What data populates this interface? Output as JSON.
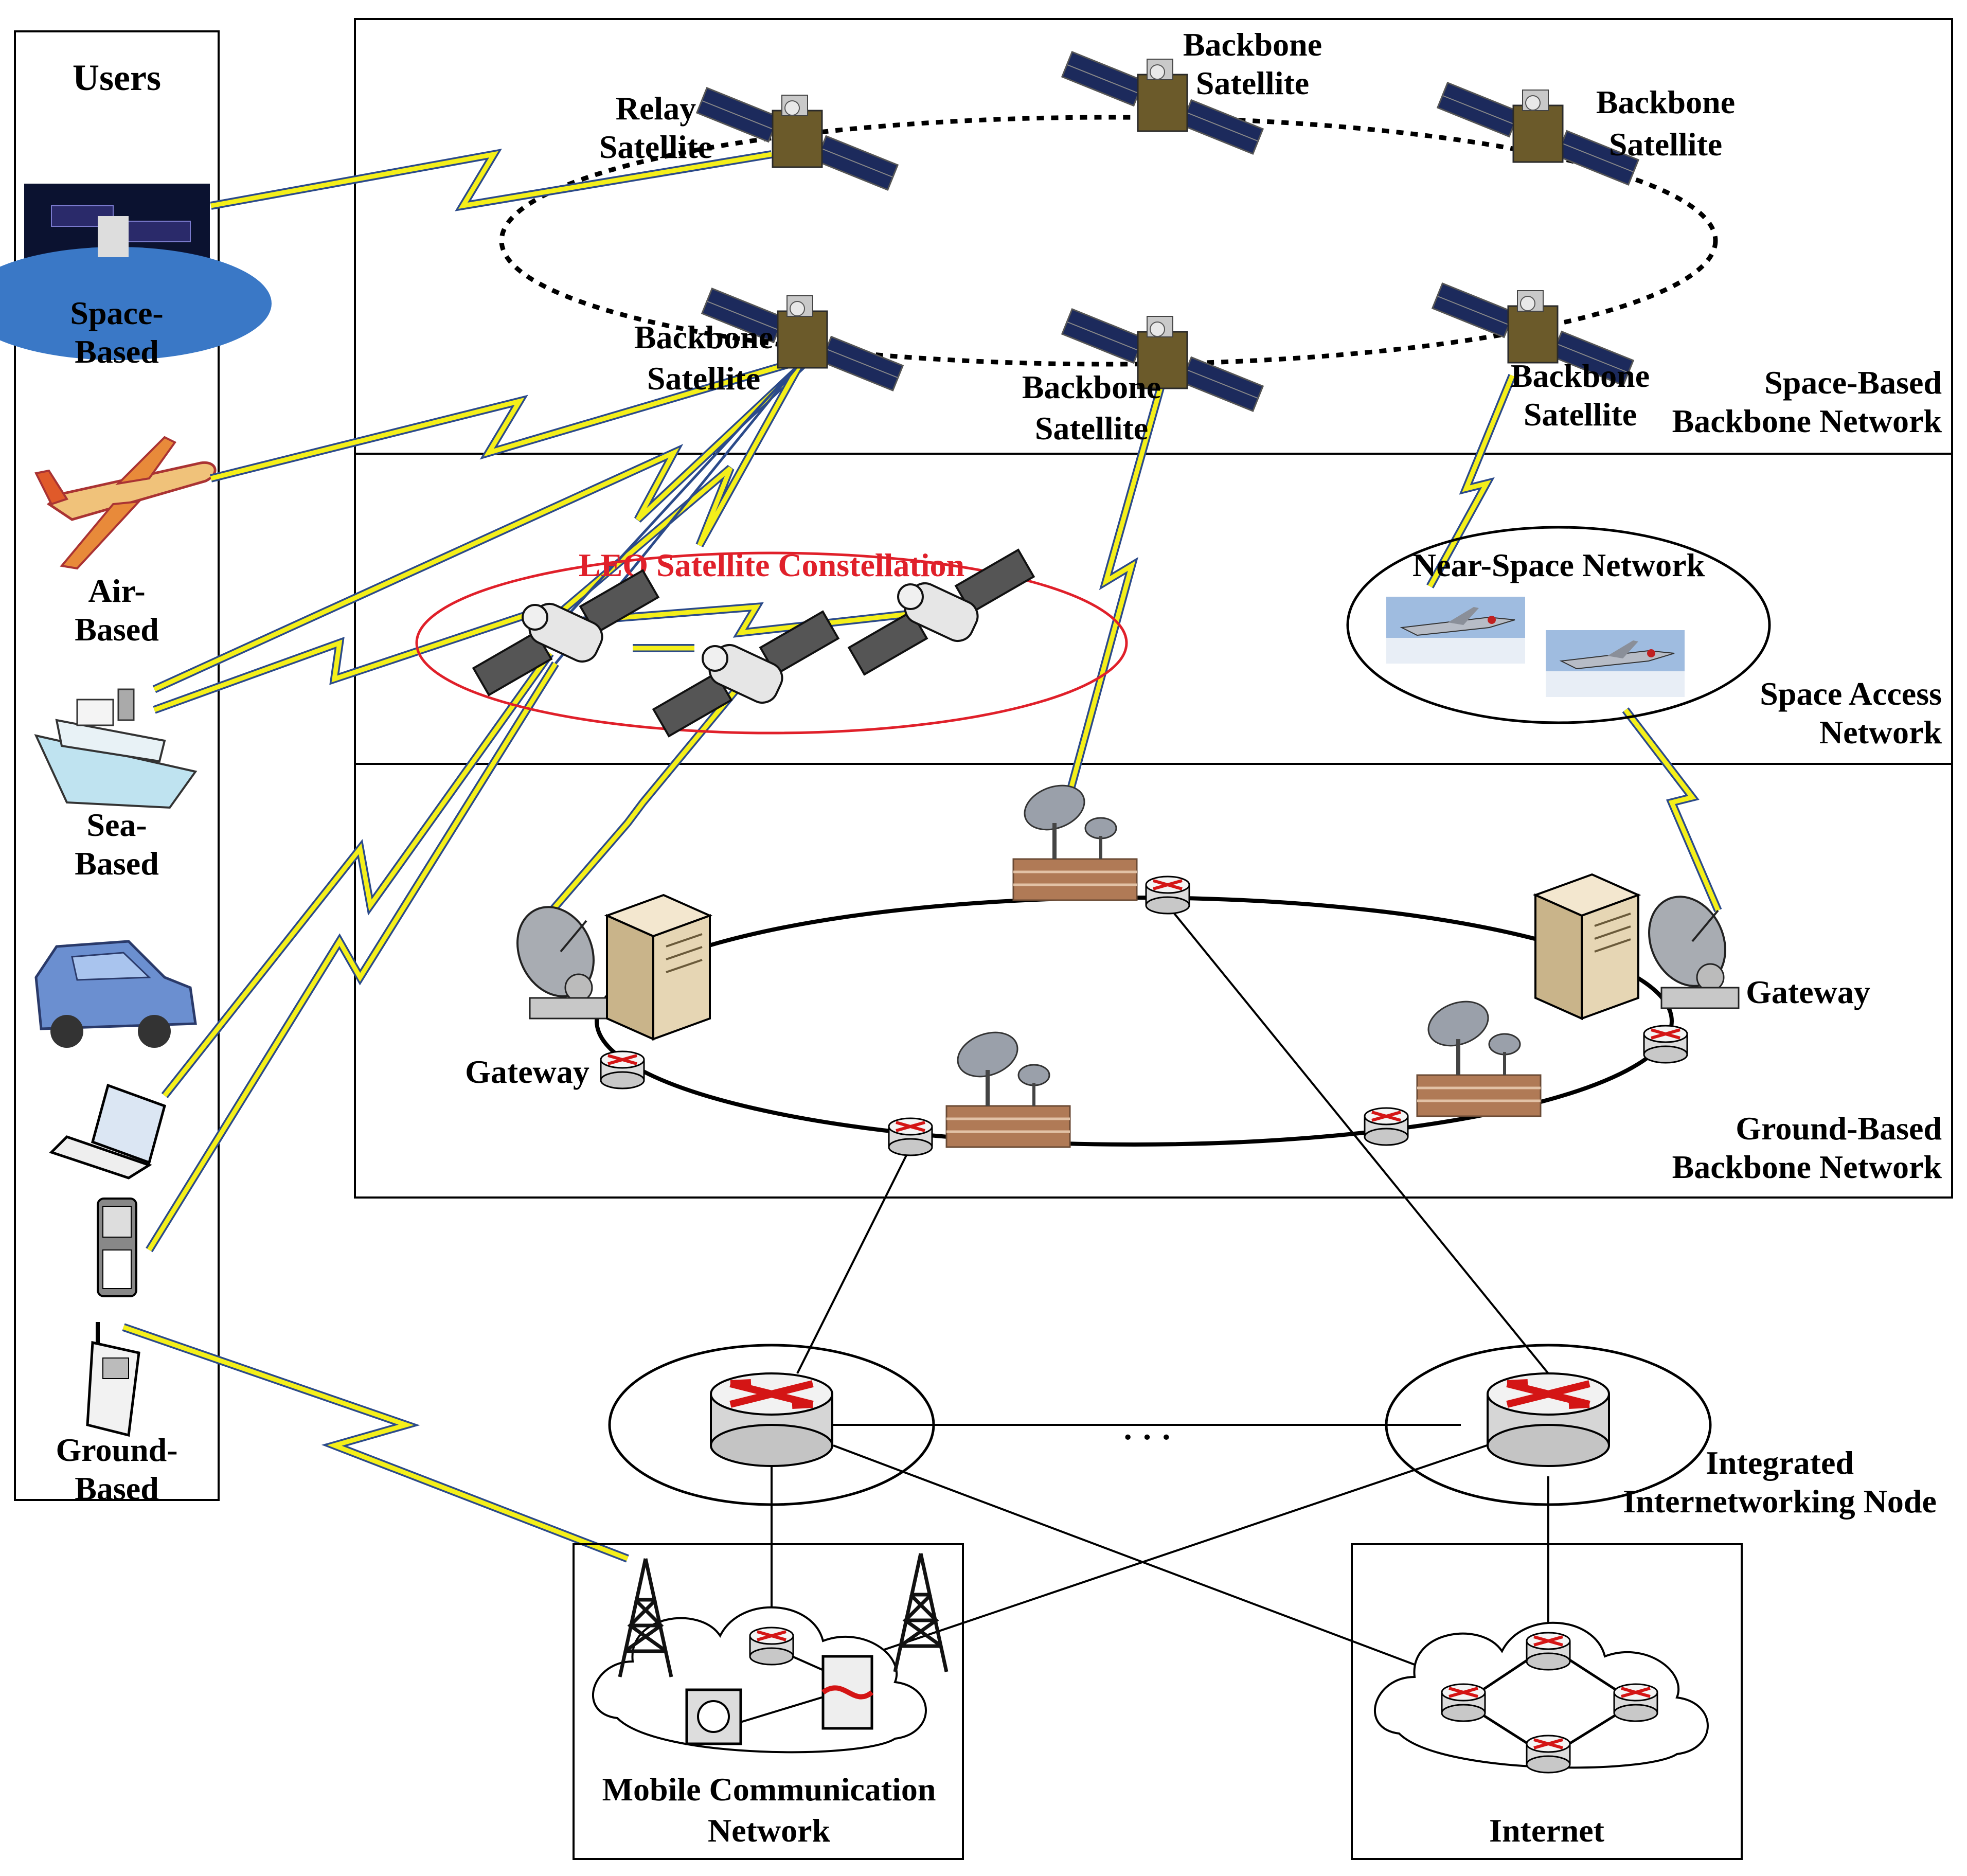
{
  "users": {
    "title": "Users",
    "space": [
      "Space-",
      "Based"
    ],
    "air": [
      "Air-",
      "Based"
    ],
    "sea": [
      "Sea-",
      "Based"
    ],
    "ground": [
      "Ground-",
      "Based"
    ]
  },
  "satellites": {
    "relay": [
      "Relay",
      "Satellite"
    ],
    "backbone": [
      "Backbone",
      "Satellite"
    ]
  },
  "layers": {
    "space_backbone": [
      "Space-Based",
      "Backbone Network"
    ],
    "space_access": [
      "Space Access",
      "Network"
    ],
    "ground_backbone": [
      "Ground-Based",
      "Backbone Network"
    ]
  },
  "leo": "LEO Satellite Constellation",
  "near_space": "Near-Space Network",
  "gateway": "Gateway",
  "integrated_node": [
    "Integrated",
    "Internetworking Node"
  ],
  "ellipsis": "· · ·",
  "mobile_network": [
    "Mobile Communication",
    "Network"
  ],
  "internet": "Internet",
  "colors": {
    "bolt_fill": "#f4ef1a",
    "bolt_edge": "#2b4a8a",
    "leo_ring": "#e0202a"
  }
}
